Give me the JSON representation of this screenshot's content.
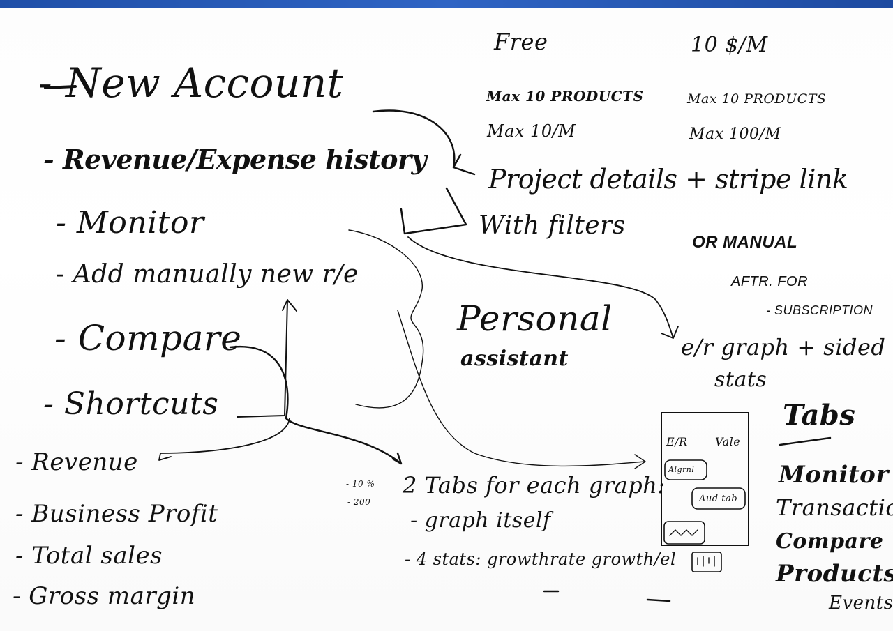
{
  "pricing": {
    "free": {
      "title": "Free",
      "products": "Max 10 PRODUCTS",
      "limit": "Max 10/M"
    },
    "paid": {
      "title": "10 $/M",
      "products": "Max 10 PRODUCTS",
      "limit": "Max 100/M"
    }
  },
  "menu": {
    "items": [
      "- New Account",
      "- Revenue/Expense history",
      "- Monitor",
      "- Add manually new r/e",
      "- Compare",
      "- Shortcuts"
    ]
  },
  "shortcuts": {
    "items": [
      "- Revenue",
      "- Business Profit",
      "- Total sales",
      "- Gross margin"
    ]
  },
  "notes": {
    "project": "Project details + stripe link",
    "filters": "With filters",
    "manual": "OR MANUAL",
    "after": "AFTR. FOR",
    "subscription": "- SUBSCRIPTION",
    "personal": "Personal",
    "assistant": "assistant",
    "graph": "e/r graph + sided",
    "stats_word": "stats",
    "tabs_line": "2 Tabs for each graph:",
    "graph_itself": "- graph itself",
    "four_stats": "- 4 stats: growthrate growth/el",
    "pct": "- 10 %",
    "num": "- 200"
  },
  "wireframe": {
    "left_label": "E/R",
    "right_label": "Vale",
    "pill_one": "Algrnl",
    "pill_two": "Aud tab"
  },
  "tabs": {
    "title": "Tabs",
    "items": [
      "Monitor",
      "Transactions",
      "Compare",
      "Products &",
      "Events"
    ]
  }
}
